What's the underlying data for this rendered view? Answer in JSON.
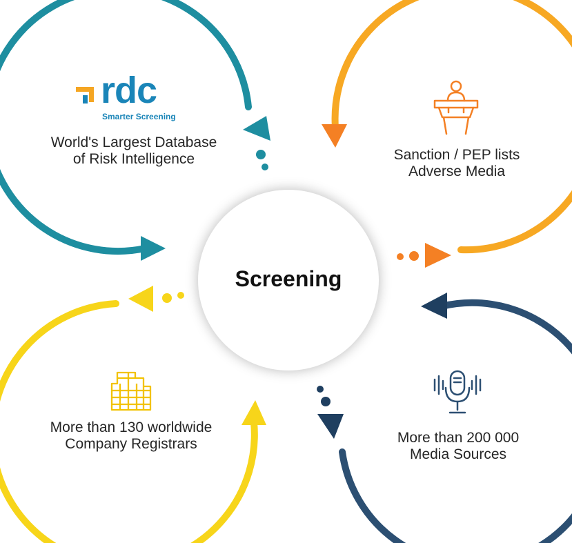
{
  "center": {
    "title": "Screening"
  },
  "logo": {
    "name": "rdc",
    "tagline": "Smarter Screening",
    "color": "#1a85b8",
    "mark_color": "#f5a623"
  },
  "nodes": [
    {
      "id": "risk-db",
      "lines": [
        "World's Largest Database",
        "of Risk Intelligence"
      ],
      "color": "#1e8ea0",
      "icon": "rdc-logo"
    },
    {
      "id": "sanctions",
      "lines": [
        "Sanction / PEP lists",
        "Adverse Media"
      ],
      "color": "#f7a823",
      "arrow_color": "#f48024",
      "icon": "speaker-podium-icon"
    },
    {
      "id": "media",
      "lines": [
        "More than 200 000",
        "Media Sources"
      ],
      "color": "#2c4f72",
      "arrow_color": "#1f3f60",
      "icon": "microphone-icon"
    },
    {
      "id": "registrars",
      "lines": [
        "More than 130 worldwide",
        "Company Registrars"
      ],
      "color": "#f7d51a",
      "icon": "building-icon"
    }
  ]
}
